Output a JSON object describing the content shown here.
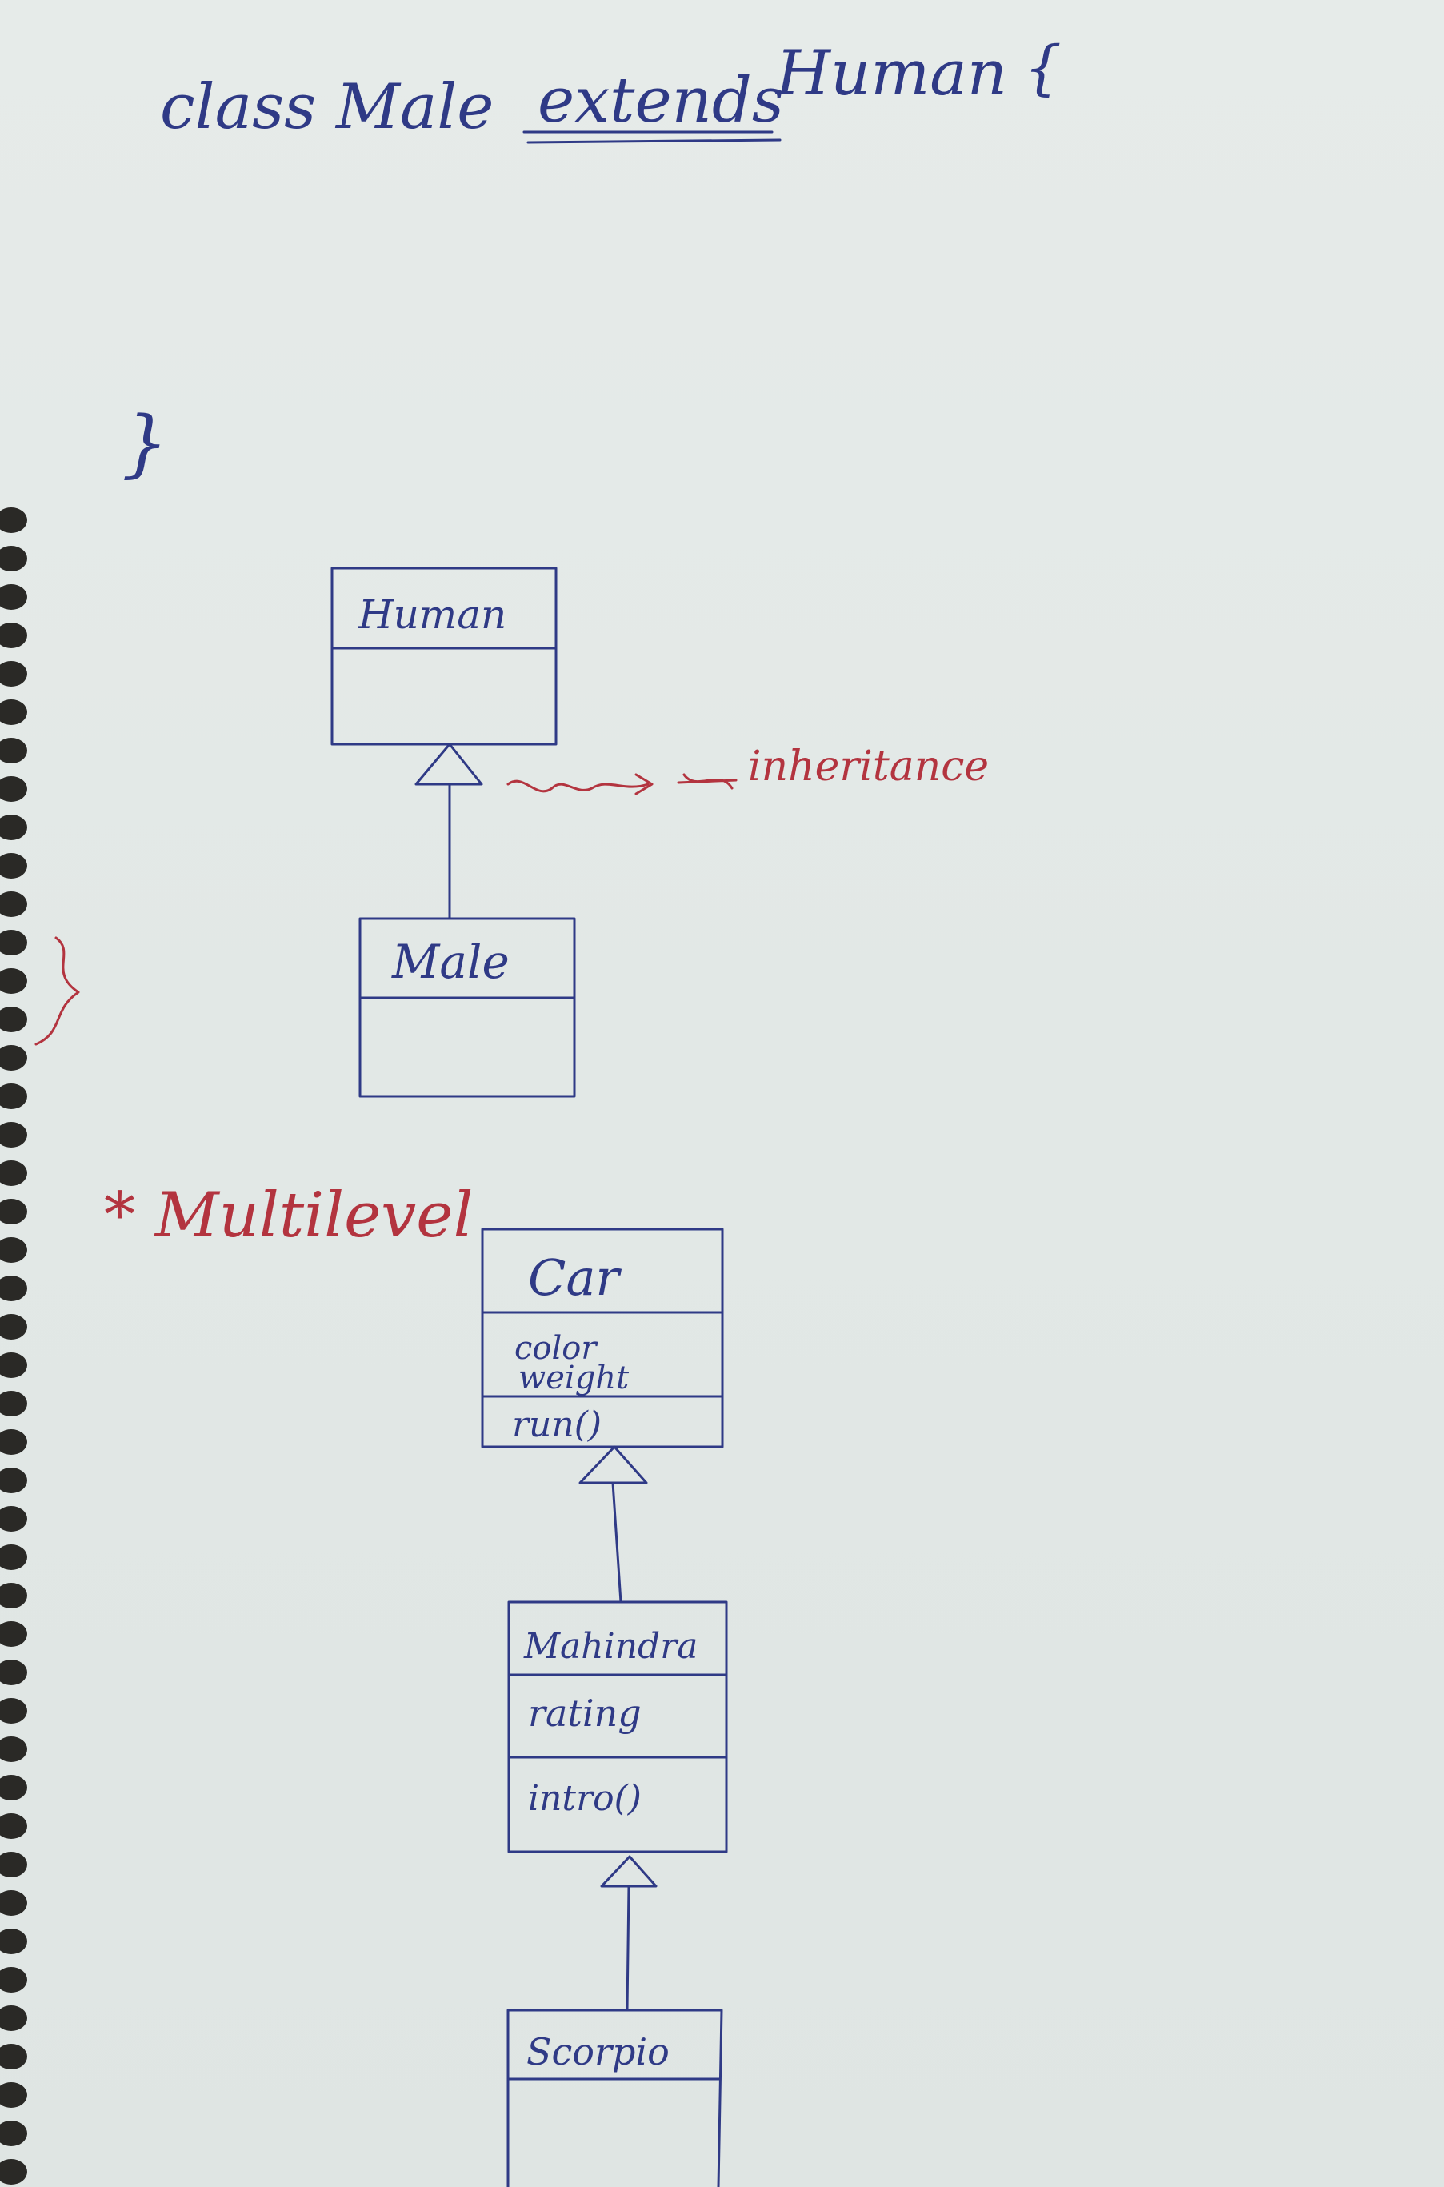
{
  "code": {
    "line1_a": "class Male",
    "line1_keyword": "extends",
    "line1_b": "Human",
    "open_brace": "{",
    "close_brace": "}"
  },
  "single_inheritance": {
    "parent_class": "Human",
    "child_class": "Male",
    "note": "inheritance"
  },
  "multilevel": {
    "heading": "* Multilevel",
    "car": {
      "name": "Car",
      "attributes": [
        "color",
        "weight"
      ],
      "methods": [
        "run()"
      ]
    },
    "mahindra": {
      "name": "Mahindra",
      "attributes": [
        "rating"
      ],
      "methods": [
        "intro()"
      ]
    },
    "scorpio": {
      "name": "Scorpio"
    }
  },
  "colors": {
    "ink": "#2f3a86",
    "red_ink": "#b3343f",
    "paper": "#e4e9e7"
  }
}
